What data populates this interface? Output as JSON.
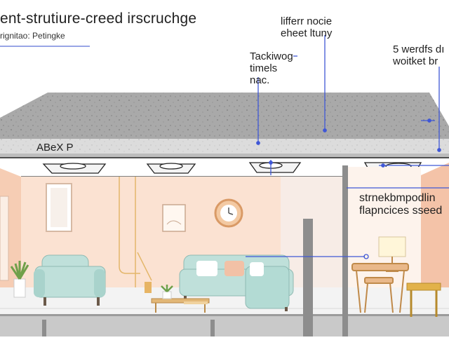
{
  "diagram": {
    "title": "ent-strutiure-creed irscruchge",
    "subtitle": "rignitao: Petingke",
    "slab_label": "ABeX P",
    "annotations": [
      {
        "lines": [
          "lifferr nocie",
          "eheet ltuny"
        ]
      },
      {
        "lines": [
          "Tackiwog",
          "timels",
          "nac."
        ]
      },
      {
        "lines": [
          "5 werdfs dı",
          "woitket br"
        ]
      },
      {
        "lines": [
          "strnekbmpodlin",
          "flapncices sseed"
        ]
      }
    ]
  },
  "colors": {
    "slab": "#a8a8a8",
    "wall_left": "#f6cdb4",
    "wall_back": "#fbe2d2",
    "wall_right": "#f4c3a8",
    "sofa": "#bfe0da",
    "floor": "#f3f3f3",
    "column": "#8d8d8d",
    "leader": "#3f57d6"
  },
  "icons": [
    "ceiling-light-icon",
    "wall-clock-icon",
    "framed-picture-icon",
    "sofa-icon",
    "armchair-icon",
    "table-lamp-icon",
    "potted-plant-icon",
    "side-table-icon",
    "dining-chair-icon"
  ]
}
